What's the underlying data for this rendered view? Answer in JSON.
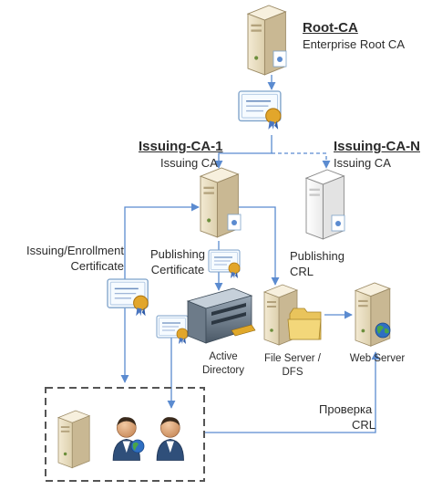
{
  "root_ca": {
    "title": "Root-CA",
    "subtitle": "Enterprise Root CA"
  },
  "issuing_ca_1": {
    "title": "Issuing-CA-1",
    "subtitle": "Issuing CA"
  },
  "issuing_ca_n": {
    "title": "Issuing-CA-N",
    "subtitle": "Issuing CA"
  },
  "edge_labels": {
    "issuing_enrollment": [
      "Issuing/Enrollment",
      "Certificate"
    ],
    "publishing_certificate": [
      "Publishing",
      "Certificate"
    ],
    "publishing_crl": [
      "Publishing",
      "CRL"
    ],
    "crl_check": [
      "Проверка",
      "CRL"
    ]
  },
  "nodes": {
    "active_directory": [
      "Active",
      "Directory"
    ],
    "file_server": [
      "File Server /",
      "DFS"
    ],
    "web_server": "Web Server"
  },
  "colors": {
    "arrow": "#5b8bd0",
    "server_body": "#e8ddc2",
    "server_side": "#c9b893",
    "dashed_border": "#555555",
    "badge": "#e2a62b"
  }
}
